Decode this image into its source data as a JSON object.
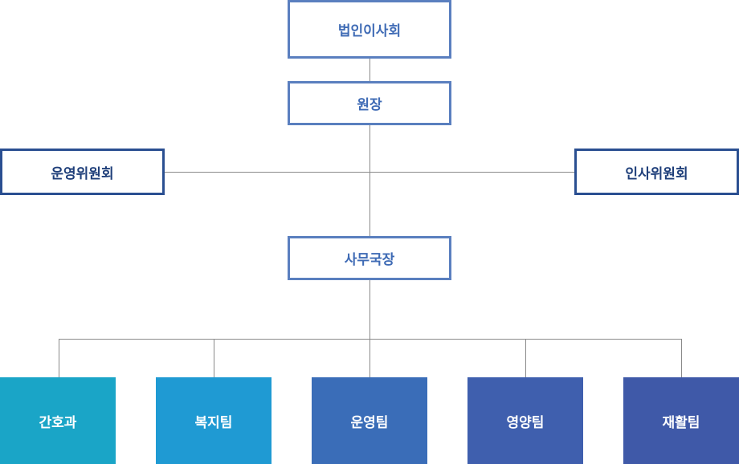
{
  "chart": {
    "board": "법인이사회",
    "director": "원장",
    "left_committee": "운영위원회",
    "right_committee": "인사위원회",
    "secretary": "사무국장",
    "teams": [
      {
        "label": "간호과",
        "color": "#1aa5c7"
      },
      {
        "label": "복지팀",
        "color": "#1f9ad3"
      },
      {
        "label": "운영팀",
        "color": "#3a6db8"
      },
      {
        "label": "영양팀",
        "color": "#3f5fae"
      },
      {
        "label": "재활팀",
        "color": "#3f59a8"
      }
    ]
  }
}
